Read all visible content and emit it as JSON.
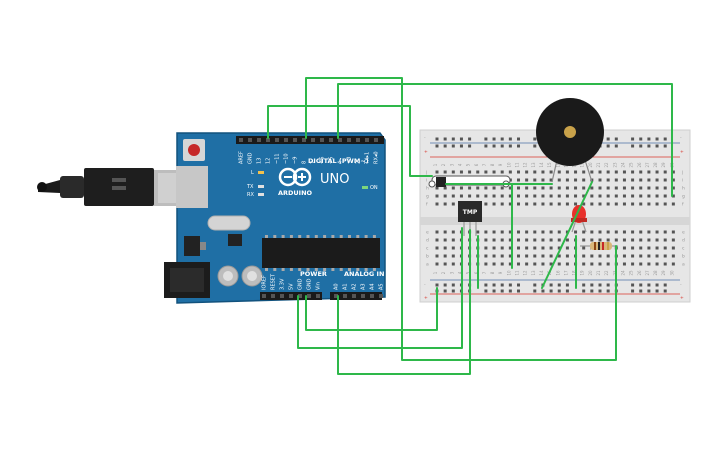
{
  "arduino": {
    "logo_text": "ARDUINO",
    "model": "UNO",
    "header_digital": "DIGITAL (PWM~)",
    "header_power": "POWER",
    "header_analog": "ANALOG IN",
    "on_label": "ON",
    "led_l": "L",
    "led_tx": "TX",
    "led_rx": "RX",
    "digital_pins": [
      "AREF",
      "GND",
      "13",
      "12",
      "~11",
      "~10",
      "~9",
      "8",
      "7",
      "~6",
      "~5",
      "4",
      "~3",
      "2",
      "TX▸1",
      "RX◂0"
    ],
    "power_pins": [
      "IOREF",
      "RESET",
      "3.3V",
      "5V",
      "GND",
      "GND",
      "Vin"
    ],
    "analog_pins": [
      "A0",
      "A1",
      "A2",
      "A3",
      "A4",
      "A5"
    ]
  },
  "breadboard": {
    "row_letters_top": [
      "j",
      "i",
      "h",
      "g",
      "f"
    ],
    "row_letters_bottom": [
      "e",
      "d",
      "c",
      "b",
      "a"
    ],
    "col_numbers": [
      "1",
      "2",
      "3",
      "4",
      "5",
      "6",
      "7",
      "8",
      "9",
      "10",
      "11",
      "12",
      "13",
      "14",
      "15",
      "16",
      "17",
      "18",
      "19",
      "20",
      "21",
      "22",
      "23",
      "24",
      "25",
      "26",
      "27",
      "28",
      "29",
      "30"
    ],
    "rail_plus": "+",
    "rail_minus": "-"
  },
  "components": {
    "temp_sensor_label": "TMP"
  },
  "colors": {
    "board_blue": "#1f6fa5",
    "board_edge": "#12527d",
    "wire_green": "#2eb84a",
    "breadboard_bg": "#e6e6e6",
    "rail_red": "#d9342b",
    "buzzer_black": "#1a1a1a",
    "led_red": "#e8302b"
  }
}
